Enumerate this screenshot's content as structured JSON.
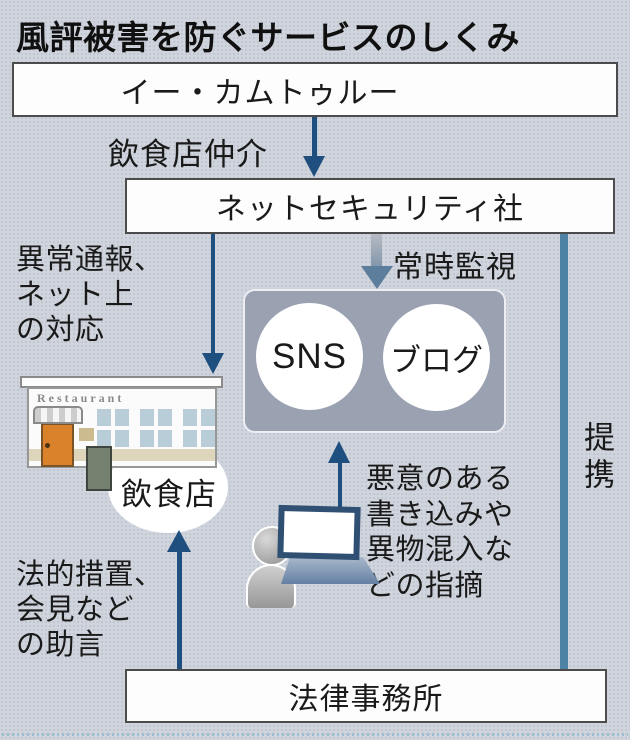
{
  "title": "風評被害を防ぐサービスのしくみ",
  "boxes": {
    "broker": "イー・カムトゥルー",
    "security_company": "ネットセキュリティ社",
    "law_firm": "法律事務所"
  },
  "nodes": {
    "sns": "SNS",
    "blog": "ブログ",
    "restaurant": "飲食店",
    "restaurant_storefront_sign": "Restaurant"
  },
  "arrow_labels": {
    "mediation": "飲食店仲介",
    "monitoring": "常時監視",
    "partnership": "提携",
    "report_lines": [
      "異常通報、",
      "ネット上",
      "の対応"
    ],
    "advice_lines": [
      "法的措置、",
      "会見など",
      "の助言"
    ],
    "malicious_lines": [
      "悪意のある",
      "書き込みや",
      "異物混入な",
      "どの指摘"
    ]
  },
  "colors": {
    "bg": "#d0d4dc",
    "navy": "#1e4f7f",
    "steel": "#4e82a5",
    "panel": "#9aa1b1",
    "door": "#d9822b"
  }
}
